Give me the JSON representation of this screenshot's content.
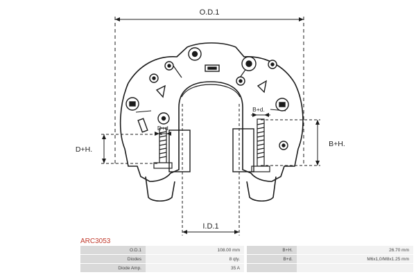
{
  "diagram": {
    "od_label": "O.D.1",
    "id_label": "I.D.1",
    "dh_label": "D+H.",
    "dd_label": "D+d.",
    "bh_label": "B+H.",
    "bd_label": "B+d."
  },
  "part_code": "ARC3053",
  "specs": [
    {
      "label": "O.D.1",
      "value": "108.00 mm",
      "label2": "B+H.",
      "value2": "26.70 mm"
    },
    {
      "label": "Diodes",
      "value": "8 qty.",
      "label2": "B+d.",
      "value2": "M6x1,0/M8x1.25 mm"
    },
    {
      "label": "Diode Amp.",
      "value": "35 A",
      "label2": "",
      "value2": ""
    }
  ],
  "colors": {
    "accent": "#c0392b",
    "line": "#1a1a1a"
  }
}
